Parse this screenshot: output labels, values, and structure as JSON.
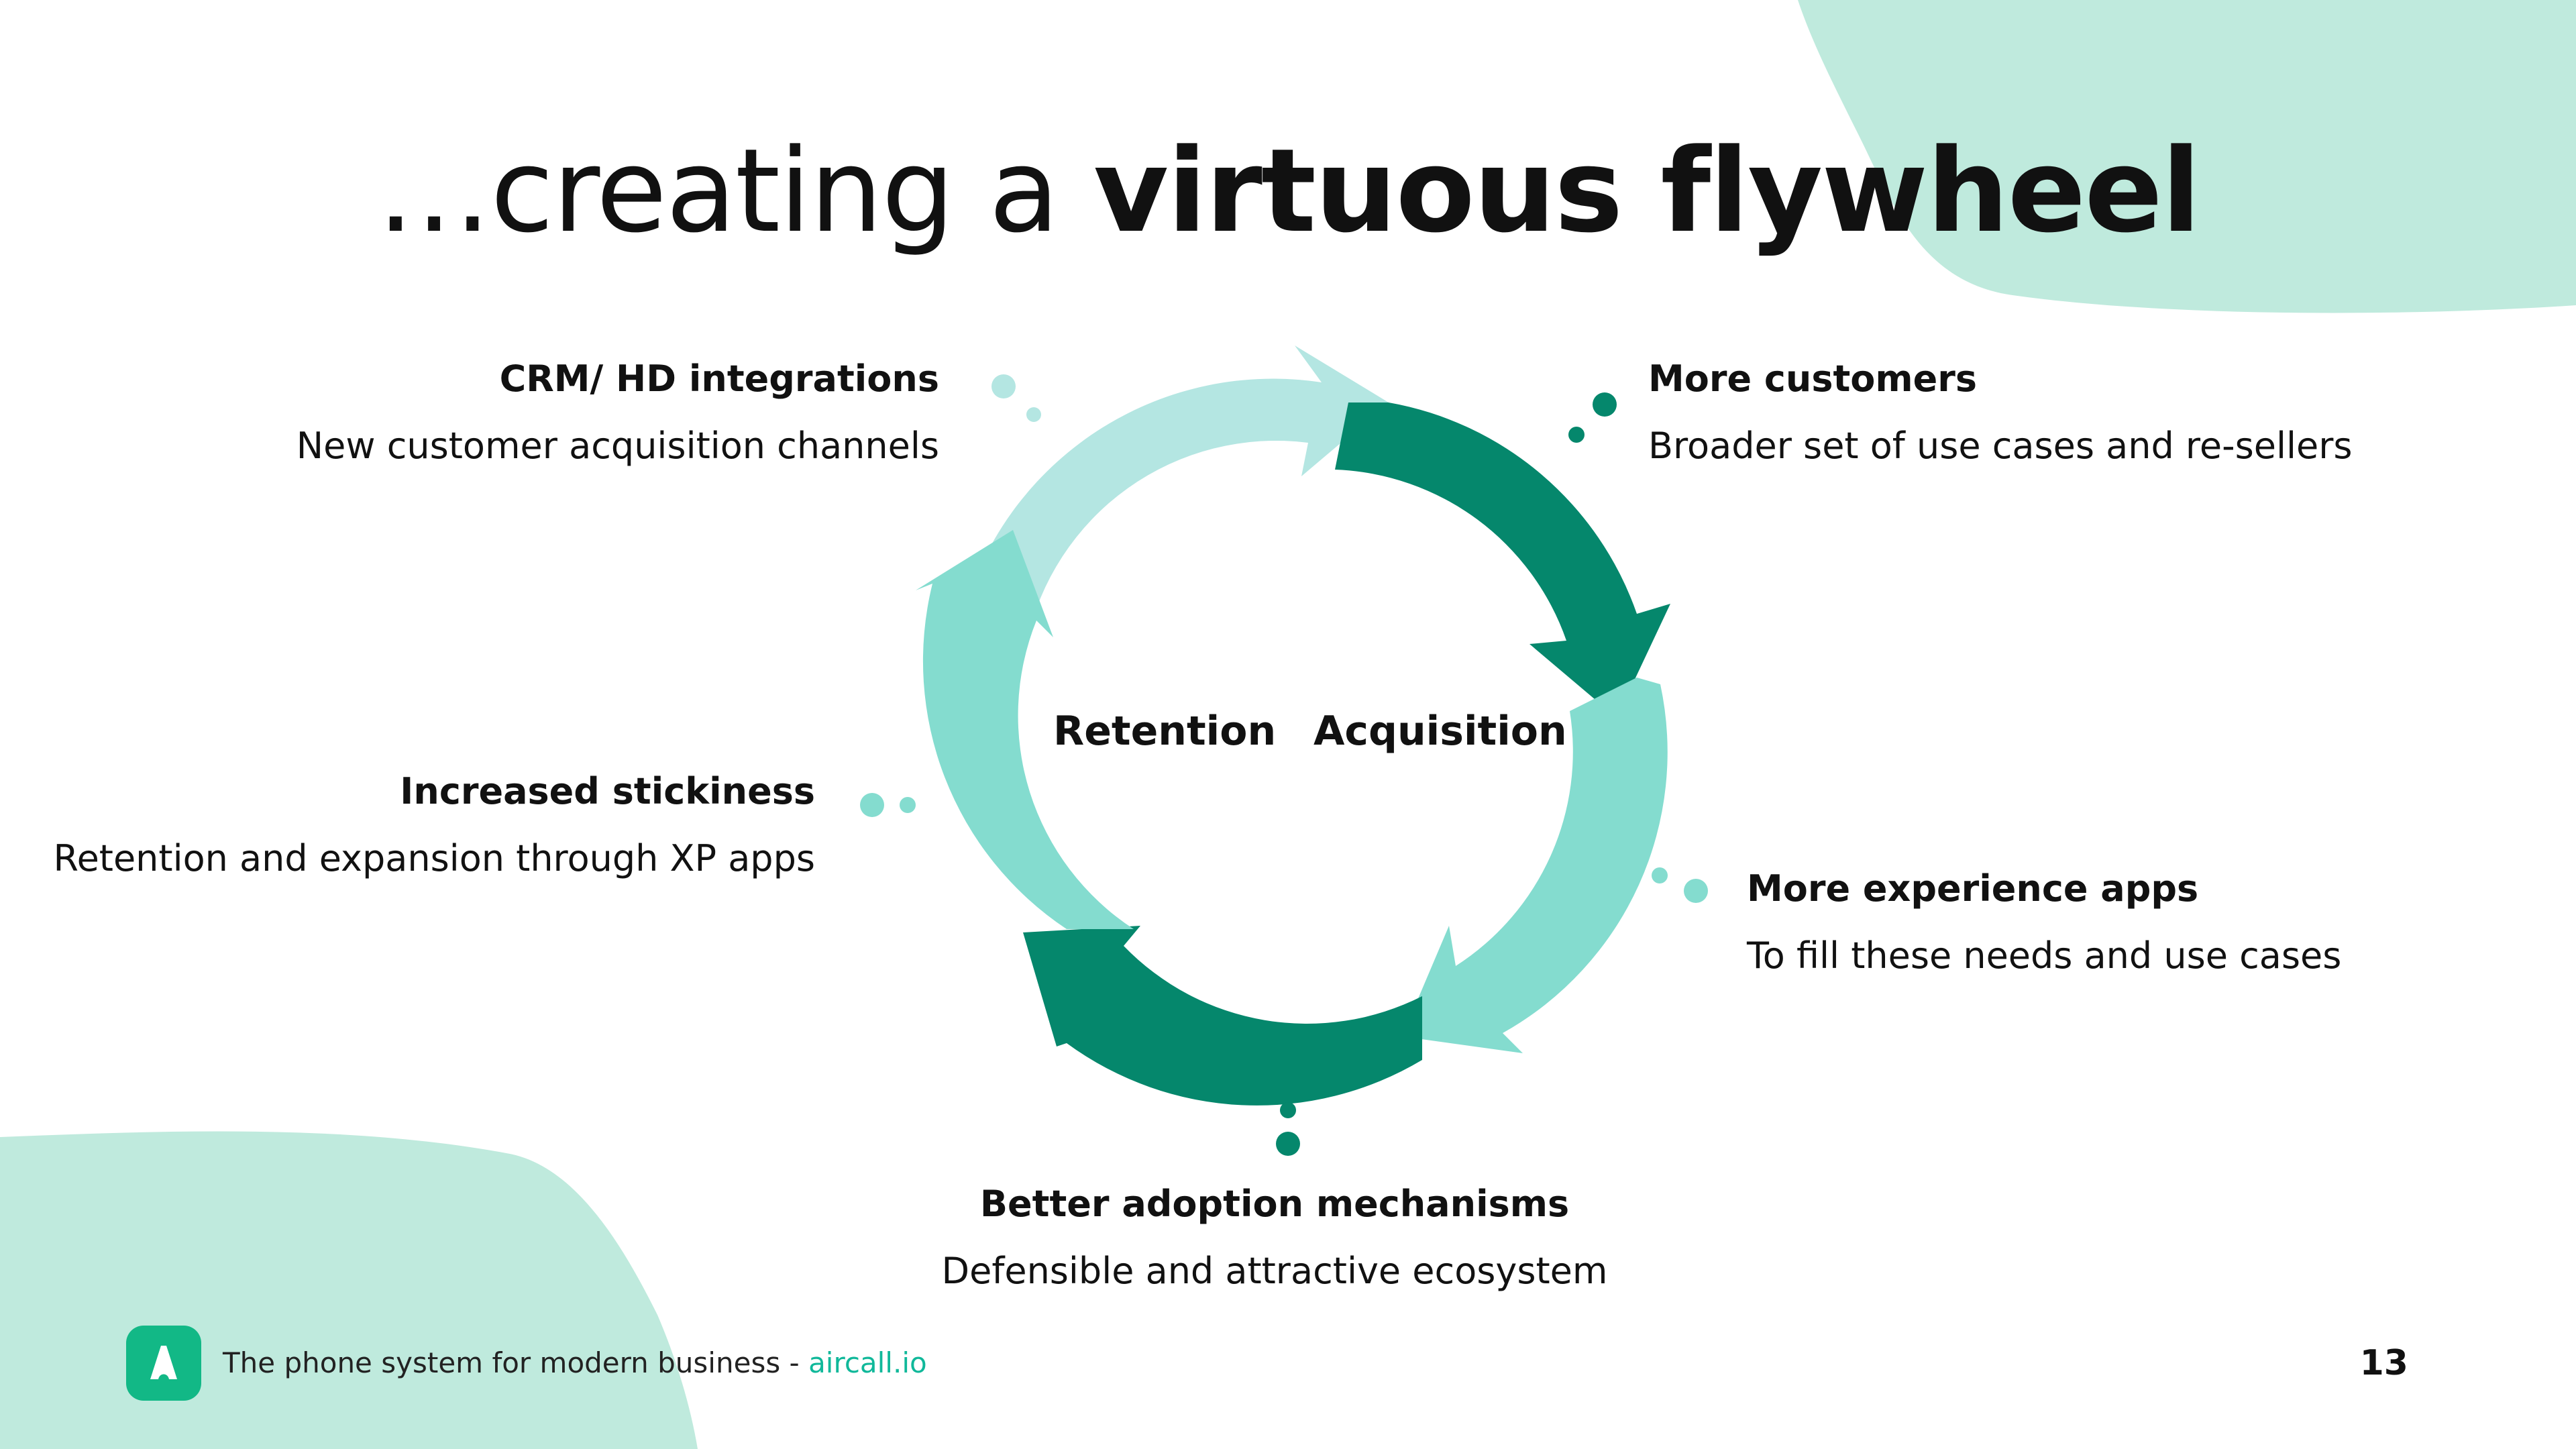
{
  "slide": {
    "title_light": "…creating a ",
    "title_bold": "virtuous flywheel",
    "page_number": "13"
  },
  "center": {
    "left_word": "Retention",
    "right_word": "Acquisition"
  },
  "nodes": {
    "top_left": {
      "title": "CRM/ HD integrations",
      "subtitle": "New  customer acquisition channels"
    },
    "top_right": {
      "title": "More customers",
      "subtitle": "Broader set of use cases and re-sellers"
    },
    "left": {
      "title": "Increased stickiness",
      "subtitle": "Retention and expansion through XP apps"
    },
    "right": {
      "title": "More experience apps",
      "subtitle": "To fill these needs and use cases"
    },
    "bottom": {
      "title": "Better adoption mechanisms",
      "subtitle": "Defensible and attractive ecosystem"
    }
  },
  "footer": {
    "tagline": "The phone system for modern business - ",
    "link": "aircall.io"
  },
  "colors": {
    "dark_green": "#05876c",
    "mid_teal": "#84dccf",
    "light_teal": "#b4e6e2",
    "blob": "#bfeadd",
    "accent_link": "#10b89a",
    "logo_green": "#12b886"
  },
  "icons": {
    "logo": "aircall-logo-icon"
  }
}
